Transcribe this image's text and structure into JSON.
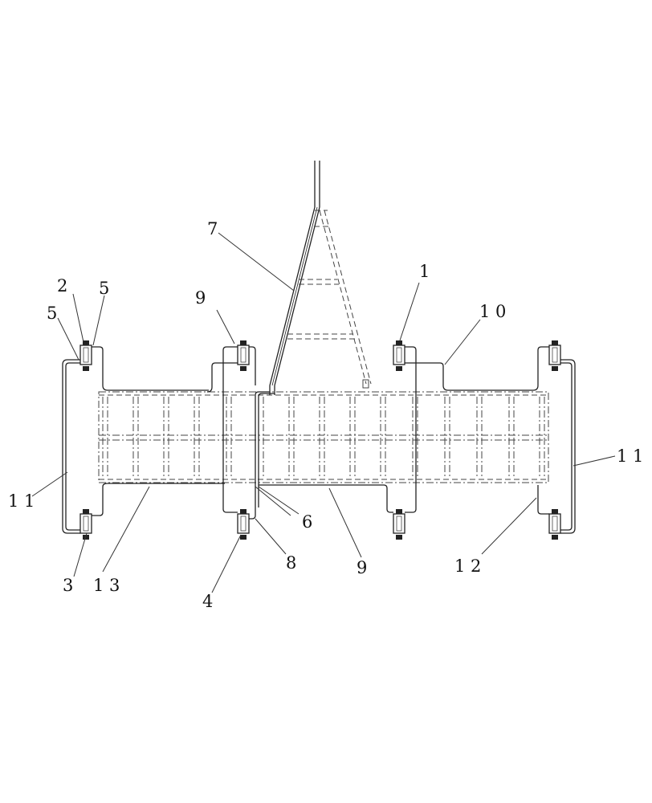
{
  "labels": {
    "l1": "1",
    "l2": "2",
    "l3": "3",
    "l4": "4",
    "l5a": "5",
    "l5b": "5",
    "l6": "6",
    "l7": "7",
    "l8": "8",
    "l9a": "9",
    "l9b": "9",
    "l10": "1 0",
    "l11a": "1 1",
    "l11b": "1 1",
    "l12": "1 2",
    "l13": "1 3"
  }
}
